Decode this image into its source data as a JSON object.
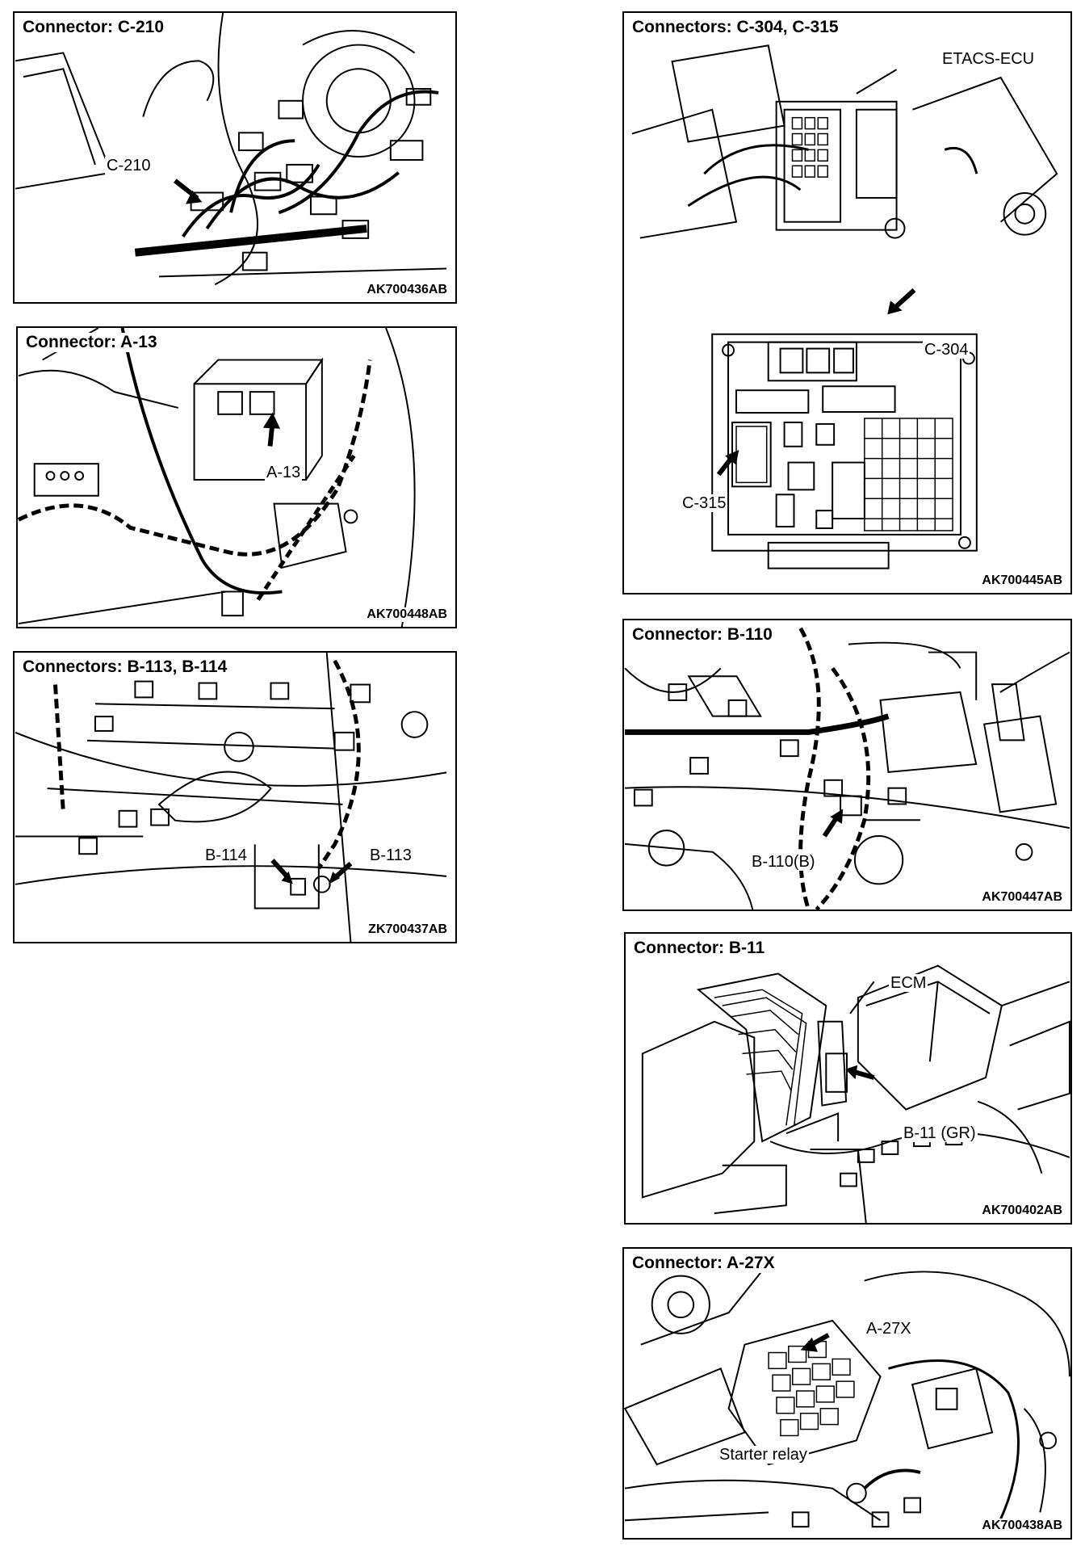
{
  "panels": [
    {
      "title": "Connector: C-210",
      "code": "AK700436AB",
      "labels": [
        "C-210"
      ]
    },
    {
      "title": "Connector: A-13",
      "code": "AK700448AB",
      "labels": [
        "A-13"
      ]
    },
    {
      "title": "Connectors: B-113, B-114",
      "code": "ZK700437AB",
      "labels": [
        "B-114",
        "B-113"
      ]
    },
    {
      "title": "Connectors: C-304, C-315",
      "code": "AK700445AB",
      "labels": [
        "ETACS-ECU",
        "C-304",
        "C-315"
      ]
    },
    {
      "title": "Connector: B-110",
      "code": "AK700447AB",
      "labels": [
        "B-110(B)"
      ]
    },
    {
      "title": "Connector: B-11",
      "code": "AK700402AB",
      "labels": [
        "ECM",
        "B-11 (GR)"
      ]
    },
    {
      "title": "Connector: A-27X",
      "code": "AK700438AB",
      "labels": [
        "A-27X",
        "Starter relay"
      ]
    }
  ]
}
